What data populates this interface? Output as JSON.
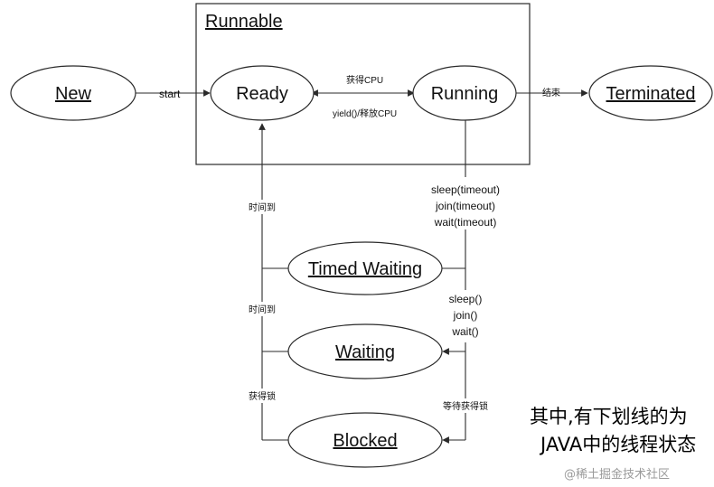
{
  "states": {
    "runnable": "Runnable",
    "new": "New",
    "ready": "Ready",
    "running": "Running",
    "terminated": "Terminated",
    "timed_waiting": "Timed Waiting",
    "waiting": "Waiting",
    "blocked": "Blocked"
  },
  "transitions": {
    "start": "start",
    "get_cpu": "获得CPU",
    "yield_release": "yield()/释放CPU",
    "end": "结束",
    "timed_line1": "sleep(timeout)",
    "timed_line2": "join(timeout)",
    "timed_line3": "wait(timeout)",
    "wait_line1": "sleep()",
    "wait_line2": "join()",
    "wait_line3": "wait()",
    "wait_lock": "等待获得锁",
    "time_up_1": "时间到",
    "time_up_2": "时间到",
    "got_lock": "获得锁"
  },
  "note": {
    "line1": "其中,有下划线的为",
    "line2": "JAVA中的线程状态"
  },
  "watermark": "@稀土掘金技术社区"
}
